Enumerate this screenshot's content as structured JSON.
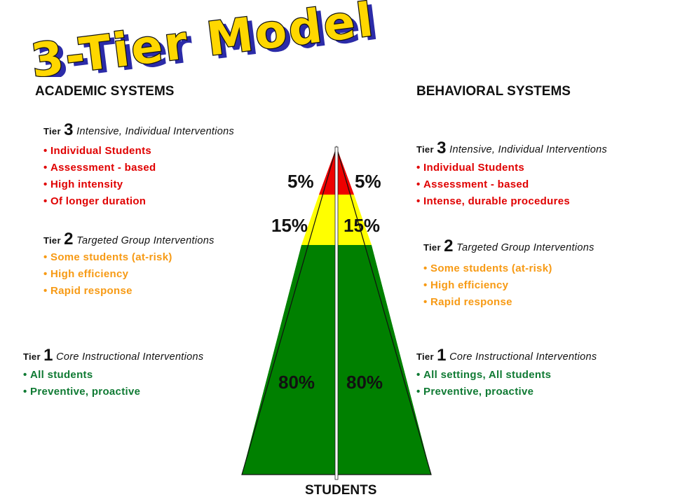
{
  "title": "3-Tier Model",
  "colors": {
    "tier3": "#ee0000",
    "tier2": "#ffff00",
    "tier1": "#008000",
    "title_fill": "#ffd700",
    "title_shadow": "#2b2ba8"
  },
  "academic": {
    "heading": "ACADEMIC SYSTEMS",
    "tier3": {
      "label": "Tier",
      "num": "3",
      "desc": "Intensive, Individual Interventions",
      "items": [
        "Individual Students",
        "Assessment - based",
        "High intensity",
        "Of longer duration"
      ]
    },
    "tier2": {
      "label": "Tier",
      "num": "2",
      "desc": "Targeted Group Interventions",
      "items": [
        "Some students (at-risk)",
        "High efficiency",
        "Rapid response"
      ]
    },
    "tier1": {
      "label": "Tier",
      "num": "1",
      "desc": "Core Instructional Interventions",
      "items": [
        "All students",
        "Preventive, proactive"
      ]
    }
  },
  "behavioral": {
    "heading": "BEHAVIORAL SYSTEMS",
    "tier3": {
      "label": "Tier",
      "num": "3",
      "desc": "Intensive, Individual Interventions",
      "items": [
        "Individual Students",
        "Assessment - based",
        "Intense, durable procedures"
      ]
    },
    "tier2": {
      "label": "Tier",
      "num": "2",
      "desc": "Targeted Group Interventions",
      "items": [
        "Some students (at-risk)",
        "High efficiency",
        "Rapid response"
      ]
    },
    "tier1": {
      "label": "Tier",
      "num": "1",
      "desc": "Core Instructional Interventions",
      "items": [
        "All settings, All students",
        "Preventive, proactive"
      ]
    }
  },
  "pyramid": {
    "left": {
      "tier3": "5%",
      "tier2": "15%",
      "tier1": "80%"
    },
    "right": {
      "tier3": "5%",
      "tier2": "15%",
      "tier1": "80%"
    }
  },
  "footer": "STUDENTS"
}
